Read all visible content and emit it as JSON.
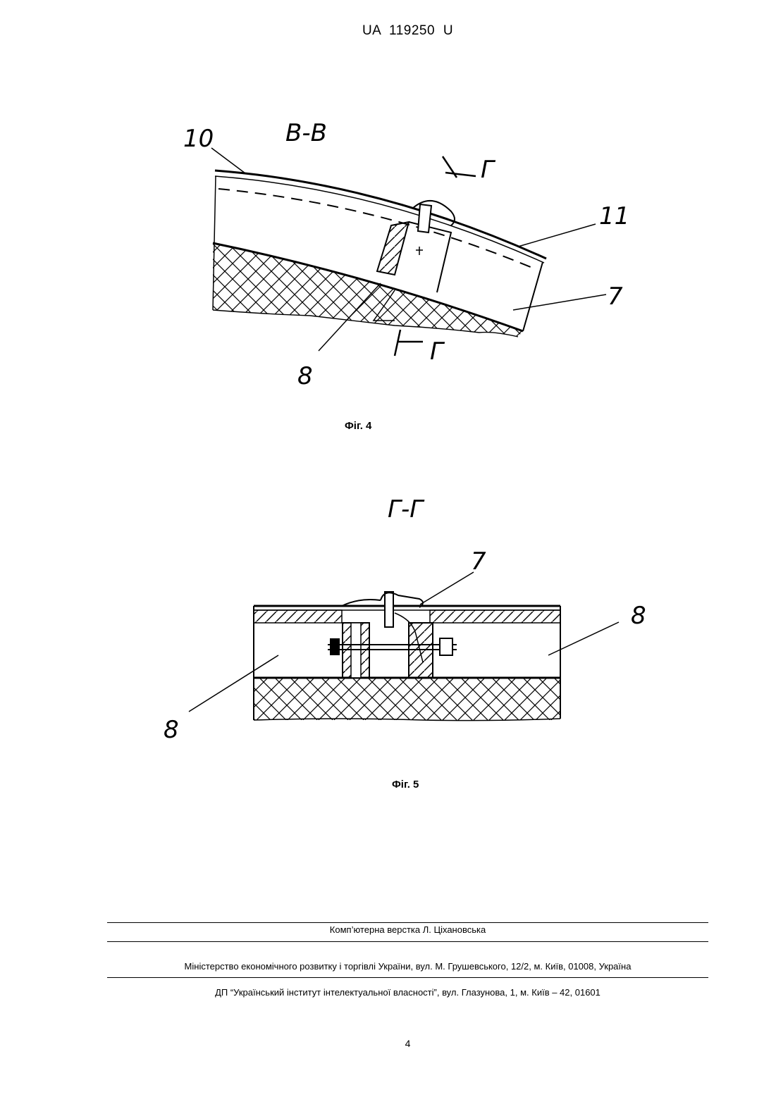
{
  "header": {
    "doc_number": "UA   119250   U"
  },
  "figure4": {
    "section_label": "В-В",
    "cut_label_top": "Г",
    "cut_label_bottom": "Г",
    "callout_10": "10",
    "callout_11": "11",
    "callout_7": "7",
    "callout_8": "8",
    "caption": "Фіг. 4"
  },
  "figure5": {
    "section_label": "Г-Г",
    "callout_7": "7",
    "callout_8_right": "8",
    "callout_8_left": "8",
    "caption": "Фіг. 5"
  },
  "footer": {
    "layout_credit": "Комп’ютерна верстка Л. Ціхановська",
    "ministry": "Міністерство економічного розвитку і торгівлі України, вул. М. Грушевського, 12/2, м. Київ, 01008, Україна",
    "institute": "ДП “Український інститут інтелектуальної власності”, вул. Глазунова, 1, м. Київ – 42, 01601"
  },
  "page_number": "4"
}
